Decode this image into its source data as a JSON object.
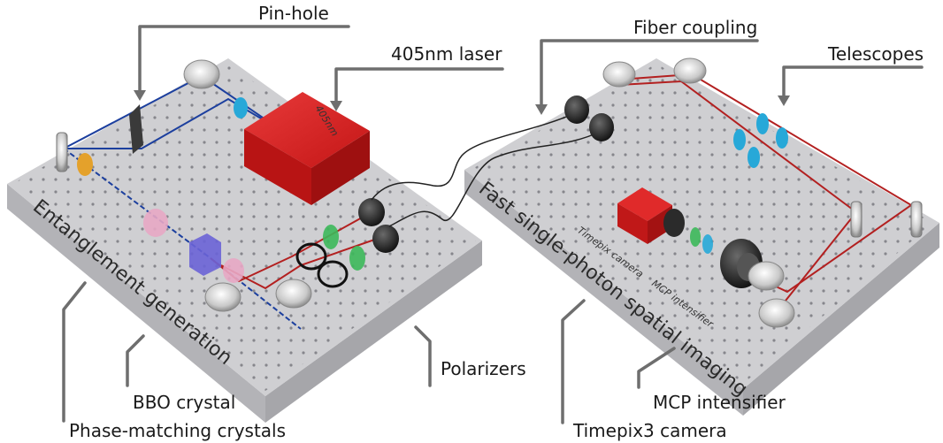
{
  "labels": {
    "pin_hole": "Pin-hole",
    "laser": "405nm laser",
    "fiber_coupling": "Fiber coupling",
    "telescopes": "Telescopes",
    "polarizers": "Polarizers",
    "bbo_crystal": "BBO crystal",
    "phase_matching": "Phase-matching crystals",
    "mcp_intensifier": "MCP intensifier",
    "timepix_camera": "Timepix3 camera"
  },
  "boards": {
    "left_title": "Entanglement generation",
    "right_title": "Fast single-photon spatial imaging"
  },
  "device_text": {
    "laser_brand": "405nm",
    "timepix_marking": "Timepix camera",
    "mcp_marking": "MCP intensifier"
  },
  "colors": {
    "board": "#cfcfd2",
    "board_side": "#b3b3b7",
    "laser_red": "#d81e1e",
    "uv_beam": "#1c3f9e",
    "red_beam": "#b32020",
    "lens_cyan": "#27a8d8",
    "leader": "#6e6e6e"
  }
}
